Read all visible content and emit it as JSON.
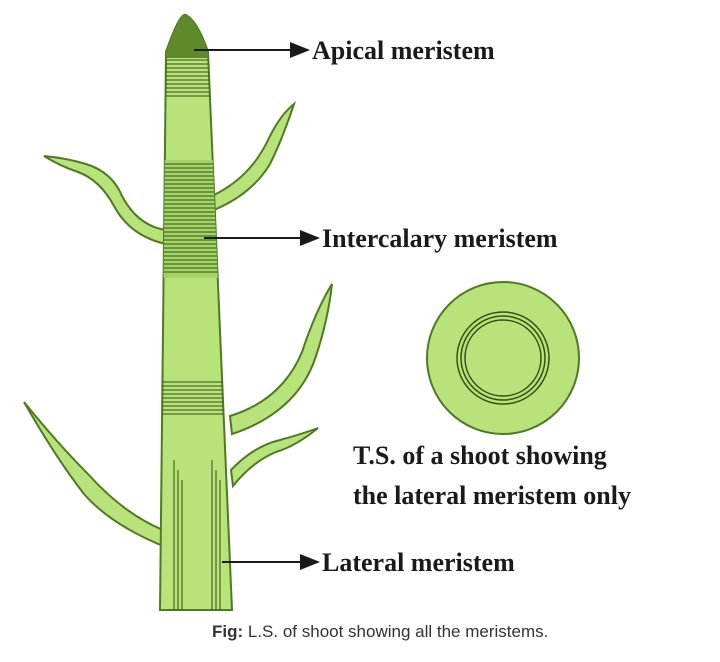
{
  "labels": {
    "apical": "Apical meristem",
    "intercalary": "Intercalary meristem",
    "lateral": "Lateral meristem"
  },
  "ts_caption": {
    "line1": "T.S. of a shoot showing",
    "line2": "the lateral meristem only"
  },
  "figure_caption": {
    "prefix": "Fig:",
    "text": " L.S. of shoot showing all the meristems."
  },
  "colors": {
    "tissue": "#b8e27a",
    "outline": "#4f7a22",
    "meristem_dark": "#5e8a2a",
    "line": "#1a1a1a"
  }
}
